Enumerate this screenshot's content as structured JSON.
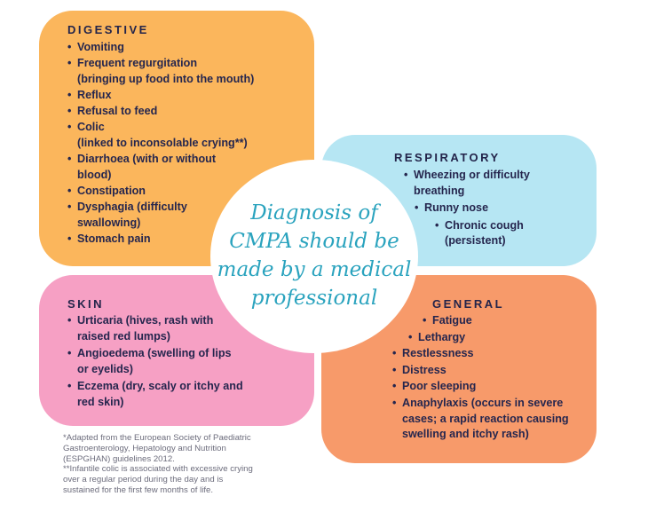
{
  "digestive": {
    "heading": "DIGESTIVE",
    "items": [
      "Vomiting",
      "Frequent regurgitation",
      "(bringing up food into the mouth)",
      "Reflux",
      "Refusal to feed",
      "Colic",
      "(linked to inconsolable crying**)",
      "Diarrhoea (with or without",
      "blood)",
      "Constipation",
      "Dysphagia (difficulty",
      "swallowing)",
      "Stomach pain"
    ]
  },
  "respiratory": {
    "heading": "RESPIRATORY",
    "items": [
      "Wheezing or difficulty",
      "breathing",
      "Runny nose",
      "Chronic cough",
      "(persistent)"
    ]
  },
  "skin": {
    "heading": "SKIN",
    "items": [
      "Urticaria (hives, rash with",
      "raised red lumps)",
      "Angioedema (swelling of lips",
      "or eyelids)",
      "Eczema (dry, scaly or itchy and",
      "red skin)"
    ]
  },
  "general": {
    "heading": "GENERAL",
    "items": [
      "Fatigue",
      "Lethargy",
      "Restlessness",
      "Distress",
      "Poor sleeping",
      "Anaphylaxis (occurs in severe",
      "cases; a rapid reaction causing",
      "swelling and itchy rash)"
    ]
  },
  "center": {
    "text": "Diagnosis of\nCMPA should be\nmade by a medical\nprofessional"
  },
  "footnotes": {
    "text": "*Adapted from the European Society of Paediatric\nGastroenterology, Hepatology and Nutrition\n(ESPGHAN) guidelines 2012.\n**Infantile colic is associated with excessive crying\nover a regular period during the day and is\nsustained for the first few months of life."
  },
  "colors": {
    "digestive": "#fbb65c",
    "respiratory": "#b6e6f3",
    "skin": "#f6a0c4",
    "general": "#f79a6a",
    "center_text": "#2aa3be",
    "heading": "#23244a"
  }
}
